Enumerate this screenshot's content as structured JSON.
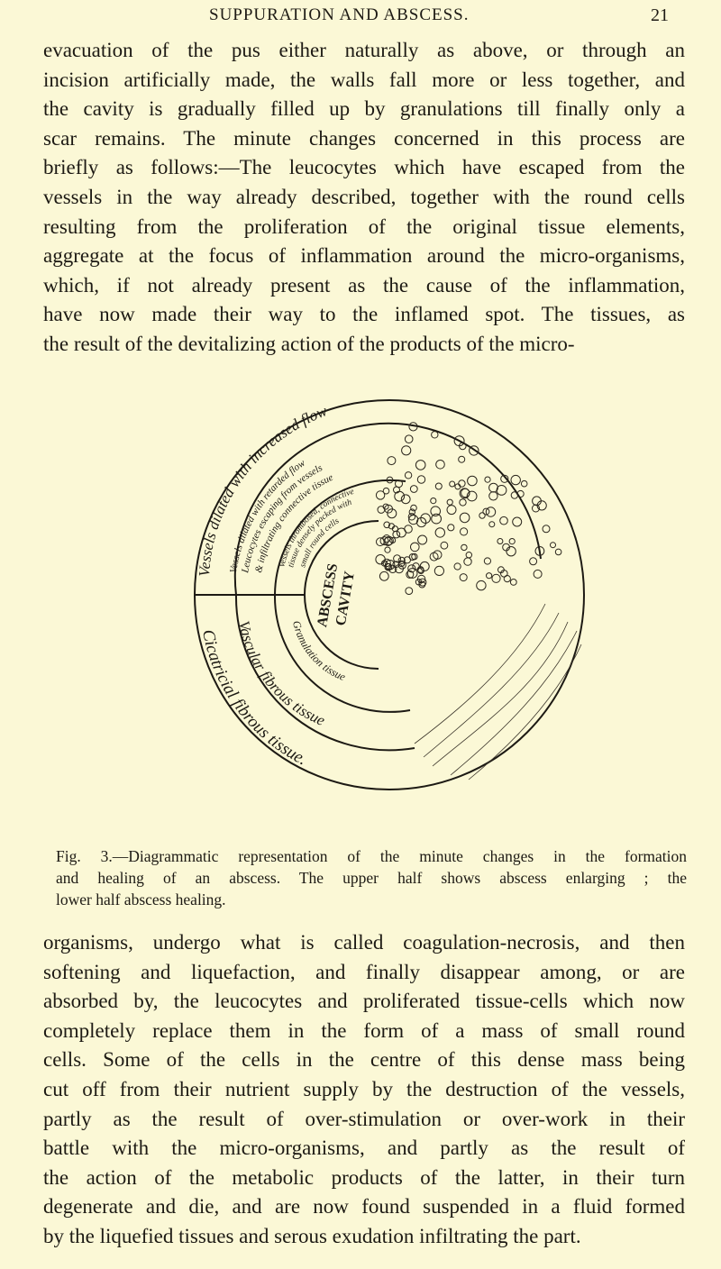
{
  "header": {
    "title": "SUPPURATION AND ABSCESS.",
    "page_number": "21"
  },
  "paragraph1": [
    "evacuation of the pus either naturally as above, or through an",
    "incision artificially made, the walls fall more or less together, and",
    "the cavity is gradually filled up by granulations till finally only a",
    "scar remains. The minute changes concerned in this process are",
    "briefly as follows:—The leucocytes which have escaped from the",
    "vessels in the way already described, together with the round cells",
    "resulting from the proliferation of the original tissue elements,",
    "aggregate at the focus of inflammation around the micro-organisms,",
    "which, if not already present as the cause of the inflammation,",
    "have now made their way to the inflamed spot. The tissues, as",
    "the result of the devitalizing action of the products of the micro-"
  ],
  "figure": {
    "labels": {
      "outer_upper": "Vessels dilated with increased flow",
      "ring2_a": "Vessels dilated with retarded flow",
      "ring2_b": "Leucocytes escaping from vessels",
      "ring2_c": "& infiltrating connective tissue",
      "ring3_a": "Vessels thrombosed, connective",
      "ring3_b": "tissue densely packed with",
      "ring3_c": "small round cells",
      "cavity_1": "ABSCESS",
      "cavity_2": "CAVITY",
      "granulation": "Granulation tissue",
      "vascular": "Vascular fibrous tissue",
      "cicatricial": "Cicatricial fibrous tissue."
    },
    "caption": [
      "Fig. 3.—Diagrammatic representation of the minute changes in the formation",
      "and healing of an abscess.  The upper half shows abscess enlarging ; the",
      "lower half abscess healing."
    ]
  },
  "paragraph2": [
    "organisms, undergo what is called coagulation-necrosis, and then",
    "softening and liquefaction, and finally disappear among, or are",
    "absorbed by, the leucocytes and proliferated tissue-cells which now",
    "completely replace them in the form of a mass of small round",
    "cells. Some of the cells in the centre of this dense mass being",
    "cut off from their nutrient supply by the destruction of the vessels,",
    "partly as the result of over-stimulation or over-work in their",
    "battle with the micro-organisms, and partly as the result of",
    "the action of the metabolic products of the latter, in their turn",
    "degenerate and die, and are now found suspended in a fluid formed",
    "by the liquefied tissues and serous exudation infiltrating the part."
  ],
  "colors": {
    "paper": "#fbf8d6",
    "ink": "#1d1a14"
  }
}
